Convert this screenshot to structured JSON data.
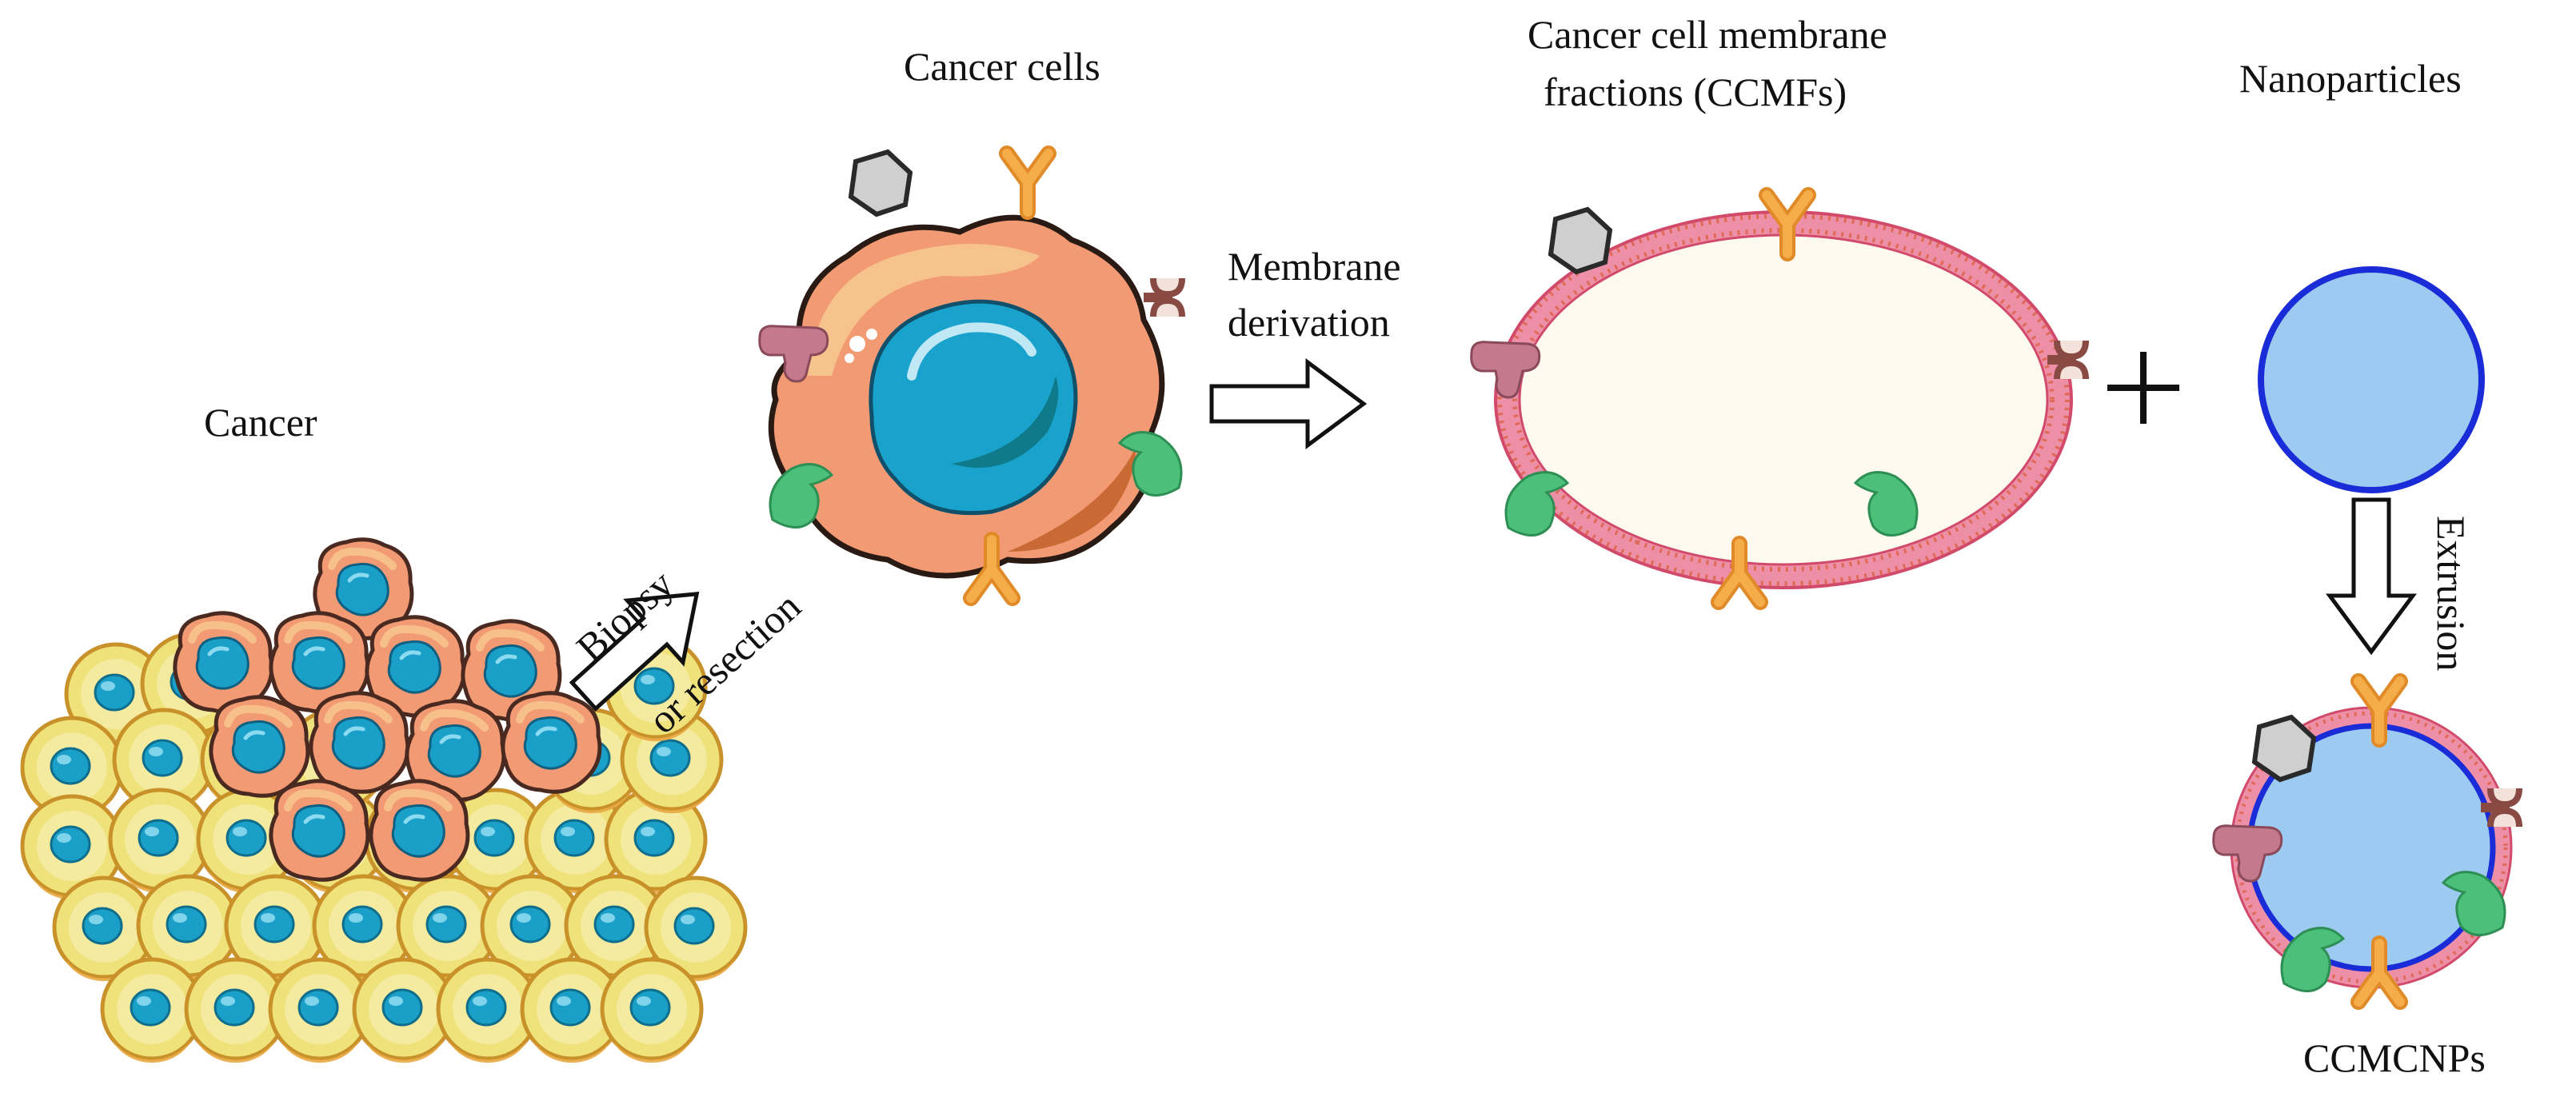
{
  "labels": {
    "cancer": "Cancer",
    "cancer_cells": "Cancer cells",
    "ccmf_line1": "Cancer cell membrane",
    "ccmf_line2": "fractions (CCMFs)",
    "nanoparticles": "Nanoparticles",
    "biopsy": "Biopsy",
    "or_resection": "or resection",
    "membrane": "Membrane",
    "derivation": "derivation",
    "plus": "+",
    "extrusion": "Extrusion",
    "ccmcnps": "CCMCNPs"
  },
  "colors": {
    "healthy_cell_fill": "#f2ea8c",
    "healthy_cell_rim": "#e8a23a",
    "nucleus": "#1aa0c8",
    "cancer_cell_fill": "#f2a07c",
    "cancer_cell_dark": "#d9663e",
    "cancer_cell_light": "#f7c58e",
    "membrane_pink": "#ee8fa8",
    "membrane_dots": "#d8665f",
    "nanoparticle_fill": "#9ccaf0",
    "nanoparticle_rim": "#1a2bd8",
    "protein_gray": "#c8c8c8",
    "protein_orange": "#f0a038",
    "protein_mauve": "#c07888",
    "protein_green": "#4cc07a"
  },
  "icons": [
    "gray-protein-icon",
    "y-receptor-icon",
    "mauve-receptor-icon",
    "green-protein-icon",
    "brown-receptor-icon",
    "arrow-icon"
  ]
}
